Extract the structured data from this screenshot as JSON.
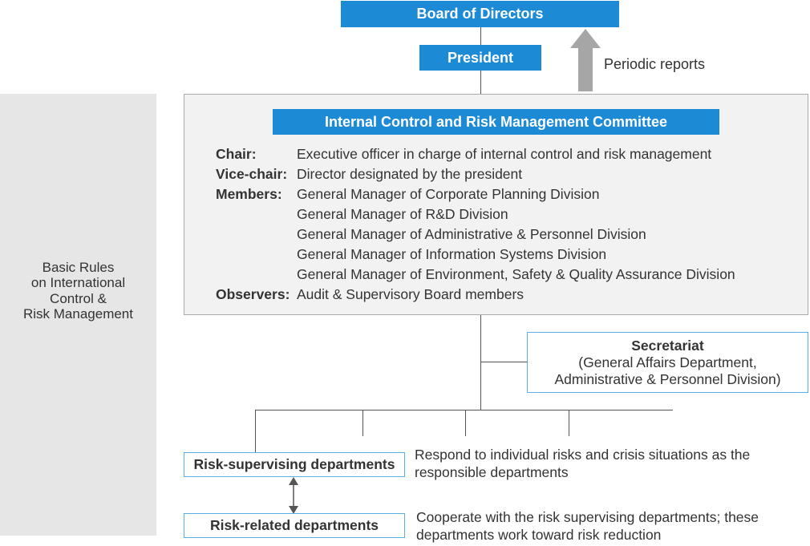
{
  "board": {
    "label": "Board of Directors"
  },
  "president": {
    "label": "President"
  },
  "periodic_reports": {
    "label": "Periodic reports"
  },
  "side_panel": {
    "text": "Basic Rules\non International\nControl &\nRisk Management"
  },
  "committee": {
    "title": "Internal Control and Risk Management Committee",
    "chair_label": "Chair:",
    "chair_value": "Executive officer in charge of internal control and risk management",
    "vice_chair_label": "Vice-chair:",
    "vice_chair_value": "Director designated by the president",
    "members_label": "Members:",
    "members": [
      "General Manager of Corporate Planning Division",
      "General Manager of R&D Division",
      "General Manager of Administrative & Personnel Division",
      "General Manager of Information Systems Division",
      "General Manager of Environment, Safety & Quality Assurance Division"
    ],
    "observers_label": "Observers:",
    "observers_value": "Audit & Supervisory Board members"
  },
  "secretariat": {
    "title": "Secretariat",
    "line1": "(General Affairs Department,",
    "line2": "Administrative & Personnel Division)"
  },
  "risk_supervising": {
    "label": "Risk-supervising departments",
    "desc_line1": "Respond to individual risks and crisis situations as the",
    "desc_line2": "responsible departments"
  },
  "risk_related": {
    "label": "Risk-related departments",
    "desc_line1": "Cooperate with the risk supervising departments; these",
    "desc_line2": "departments work toward risk reduction"
  },
  "colors": {
    "blue_accent": "#1d8ad6",
    "outline_blue": "#5aaee6",
    "panel_gray": "#e6e6e6",
    "committee_bg": "#f2f2f2",
    "arrow_gray": "#a6a6a6"
  },
  "icons": {
    "periodic_reports_arrow": "arrow-up-icon",
    "bidirectional_arrow": "double-arrow-vertical-icon"
  }
}
